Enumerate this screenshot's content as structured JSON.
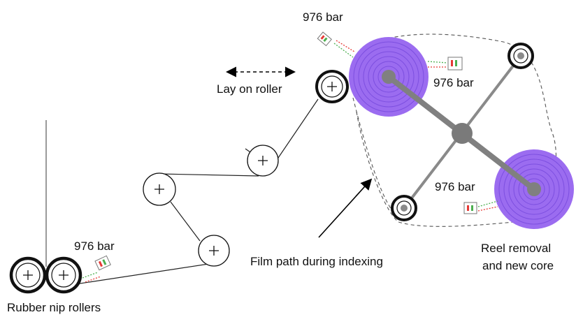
{
  "labels": {
    "pressure_top": "976 bar",
    "pressure_mid": "976 bar",
    "pressure_reel": "976 bar",
    "pressure_nip": "976 bar",
    "lay_on_roller": "Lay on roller",
    "film_path": "Film path during indexing",
    "reel_removal_line1": "Reel removal",
    "reel_removal_line2": "and new core",
    "rubber_nip": "Rubber nip rollers"
  },
  "colors": {
    "reel_fill": "#9b6cf0",
    "reel_ring": "#5a2ec9",
    "hub": "#7f7f7f",
    "arm": "#8a8a8a",
    "roller_stroke": "#111111",
    "dashed_path": "#555555",
    "film": "#222222",
    "flow_green": "#4caf50",
    "flow_red": "#e53935"
  },
  "icons": [
    "plus-icon",
    "pressure-sensor-icon",
    "double-arrow-icon",
    "pointer-arrow-icon"
  ]
}
